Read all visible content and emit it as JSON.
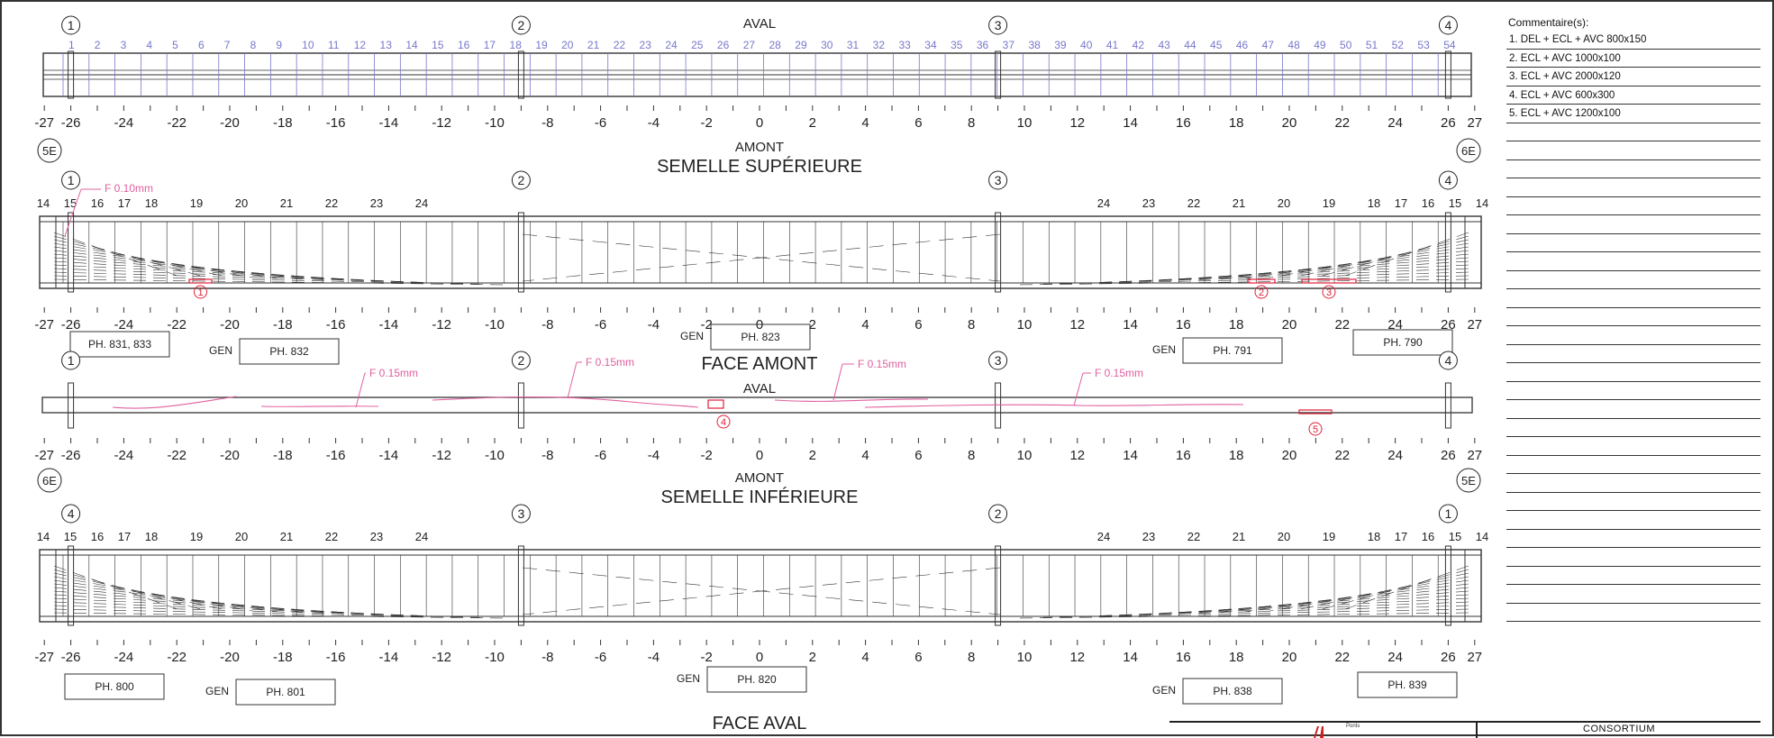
{
  "diagram": {
    "views": [
      {
        "title": "SEMELLE SUPÉRIEURE",
        "side_top": "AVAL",
        "side_bottom": "AMONT"
      },
      {
        "title": "FACE AMONT",
        "side_top": "AVAL",
        "side_bottom": "AMONT"
      },
      {
        "title": "SEMELLE INFÉRIEURE",
        "side_top": "",
        "side_bottom": ""
      },
      {
        "title": "FACE AVAL",
        "side_top": "",
        "side_bottom": ""
      }
    ],
    "axis_ticks": [
      "-27",
      "-26",
      "-24",
      "-22",
      "-20",
      "-18",
      "-16",
      "-14",
      "-12",
      "-10",
      "-8",
      "-6",
      "-4",
      "-2",
      "0",
      "2",
      "4",
      "6",
      "8",
      "10",
      "12",
      "14",
      "16",
      "18",
      "20",
      "22",
      "24",
      "26",
      "27"
    ],
    "deck_panels": [
      "1",
      "2",
      "3",
      "4",
      "5",
      "6",
      "7",
      "8",
      "9",
      "10",
      "11",
      "12",
      "13",
      "14",
      "15",
      "16",
      "17",
      "18",
      "19",
      "20",
      "21",
      "22",
      "23",
      "24",
      "25",
      "26",
      "27",
      "28",
      "29",
      "30",
      "31",
      "32",
      "33",
      "34",
      "35",
      "36",
      "37",
      "38",
      "39",
      "40",
      "41",
      "42",
      "43",
      "44",
      "45",
      "46",
      "47",
      "48",
      "49",
      "50",
      "51",
      "52",
      "53",
      "54"
    ],
    "circled_top": [
      "1",
      "2",
      "3",
      "4"
    ],
    "circled_bottom": [
      "4",
      "3",
      "2",
      "1"
    ],
    "hex_marks": {
      "upper_left": "5E",
      "upper_right": "6E",
      "lower_left": "6E",
      "lower_right": "5E"
    },
    "stiffener_labels_left": [
      "14",
      "15",
      "16",
      "17",
      "18",
      "19",
      "20",
      "21",
      "22",
      "23",
      "24"
    ],
    "stiffener_labels_right": [
      "24",
      "23",
      "22",
      "21",
      "20",
      "19",
      "18",
      "17",
      "16",
      "15",
      "14"
    ],
    "photos_upper": [
      {
        "label": "PH. 831, 833",
        "gen": ""
      },
      {
        "label": "PH. 832",
        "gen": "GEN"
      },
      {
        "label": "PH. 823",
        "gen": "GEN"
      },
      {
        "label": "PH. 791",
        "gen": "GEN"
      },
      {
        "label": "PH. 790",
        "gen": ""
      }
    ],
    "photos_lower": [
      {
        "label": "PH. 800",
        "gen": ""
      },
      {
        "label": "PH. 801",
        "gen": "GEN"
      },
      {
        "label": "PH. 820",
        "gen": "GEN"
      },
      {
        "label": "PH. 838",
        "gen": "GEN"
      },
      {
        "label": "PH. 839",
        "gen": ""
      }
    ],
    "crack_notes": [
      "F 0.10mm",
      "F  0.15mm",
      "F  0.15mm",
      "F  0.15mm",
      "F  0.15mm"
    ],
    "defect_markers": [
      "1",
      "2",
      "3",
      "4",
      "5"
    ],
    "colors": {
      "line": "#333333",
      "panel": "#7777cc",
      "crack": "#e060a0",
      "defect": "#e0203a"
    }
  },
  "comments": {
    "header": "Commentaire(s):",
    "lines": [
      "1. DEL + ECL + AVC 800x150",
      "2. ECL + AVC 1000x100",
      "3. ECL + AVC  2000x120",
      "4. ECL + AVC 600x300",
      "5. ECL + AVC 1200x100",
      "",
      "",
      "",
      "",
      "",
      "",
      "",
      "",
      "",
      "",
      "",
      "",
      "",
      "",
      "",
      "",
      "",
      "",
      "",
      "",
      "",
      "",
      "",
      "",
      "",
      "",
      ""
    ]
  },
  "title_block": {
    "consortium": "CONSORTIUM",
    "small_text": "Ponts"
  }
}
